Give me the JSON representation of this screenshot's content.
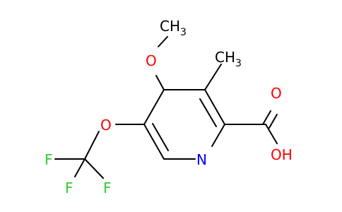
{
  "molecule": {
    "atom_labels": {
      "methoxy_top": "O",
      "methyl_group_top": "CH",
      "methyl_group_top_sub": "3",
      "methyl_ring": "CH",
      "methyl_ring_sub": "3",
      "carbonyl_o": "O",
      "hydroxyl": "OH",
      "ring_n": "N",
      "ether_o": "O",
      "f_left": "F",
      "f_bottom": "F",
      "f_right": "F"
    },
    "colors": {
      "bonds": "#000000",
      "oxygen": "#ff0000",
      "nitrogen": "#0000ff",
      "fluorine": "#33cc33",
      "carbon": "#000000"
    }
  }
}
